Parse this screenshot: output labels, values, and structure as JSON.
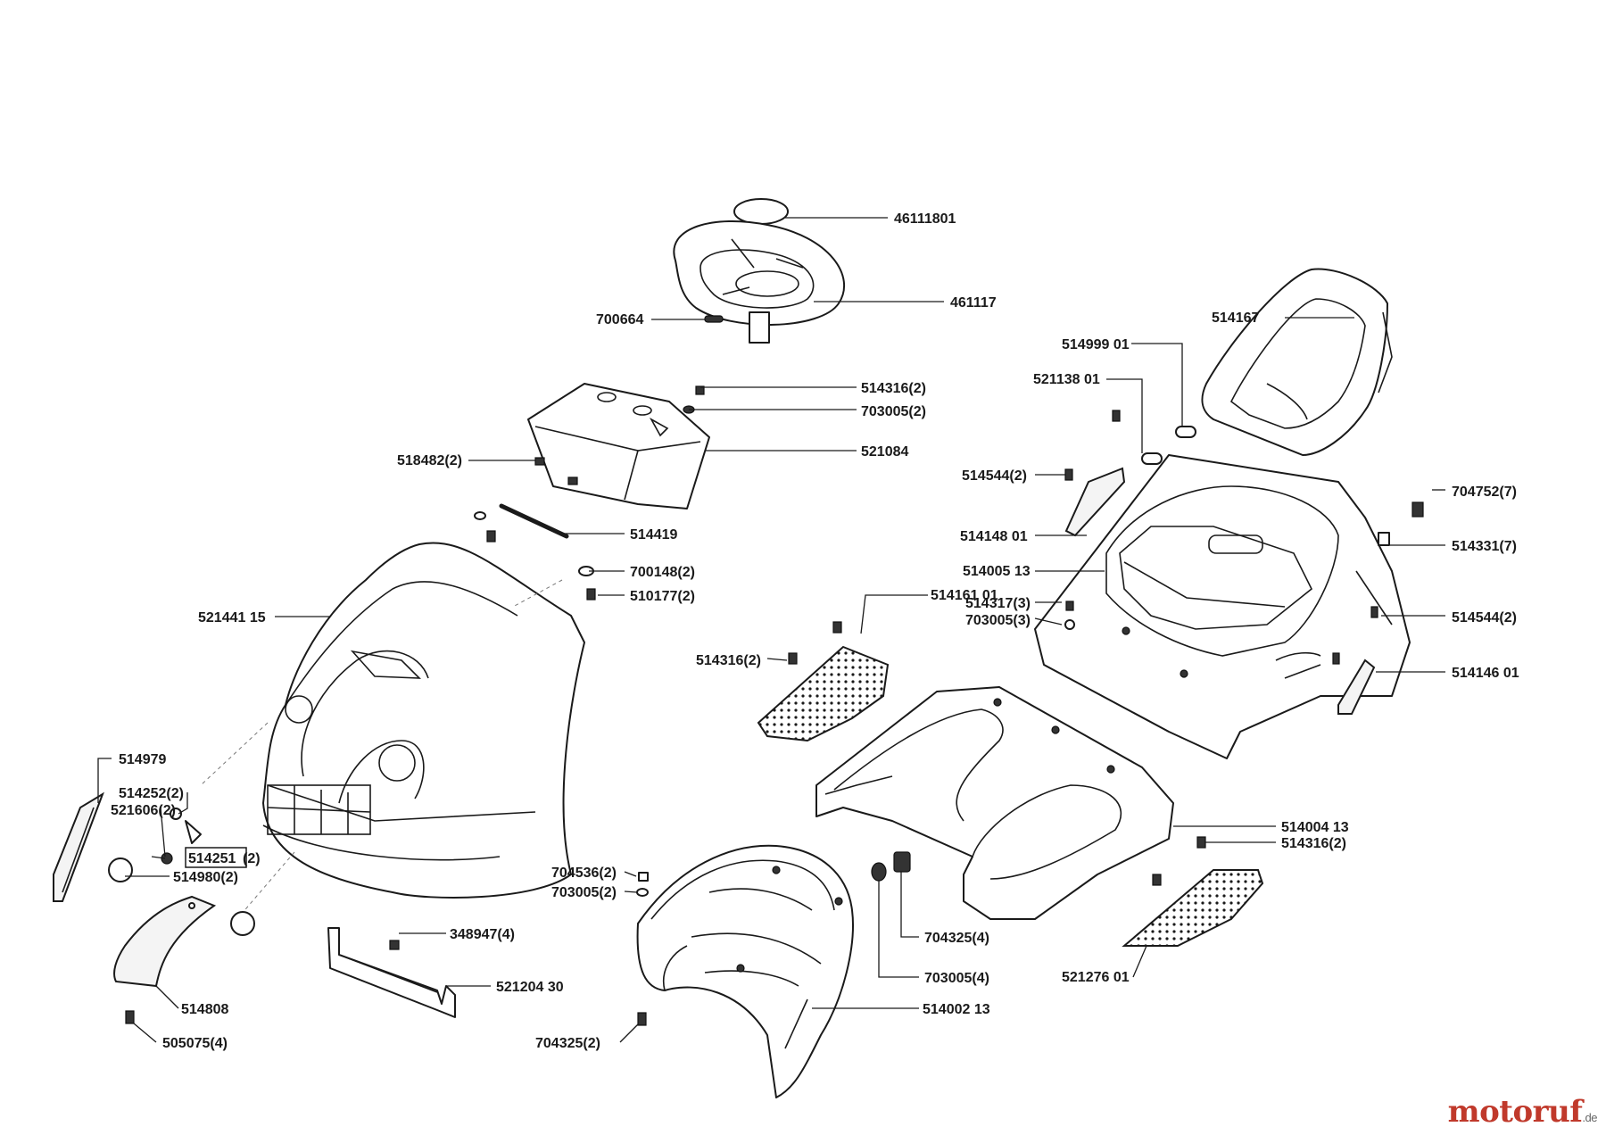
{
  "parts": {
    "p46111801": "46111801",
    "p461117": "461117",
    "p700664": "700664",
    "p514167": "514167",
    "p514999_01": "514999 01",
    "p521138_01": "521138 01",
    "p514316_2_top": "514316(2)",
    "p703005_2_top": "703005(2)",
    "p518482_2": "518482(2)",
    "p521084": "521084",
    "p514544_2_left": "514544(2)",
    "p704752_7": "704752(7)",
    "p514148_01": "514148 01",
    "p514331_7": "514331(7)",
    "p514419": "514419",
    "p514005_13": "514005 13",
    "p700148_2": "700148(2)",
    "p510177_2": "510177(2)",
    "p514161_01": "514161 01",
    "p514317_3": "514317(3)",
    "p703005_3": "703005(3)",
    "p514544_2_right": "514544(2)",
    "p521441_15": "521441 15",
    "p514316_2_mid": "514316(2)",
    "p514146_01": "514146 01",
    "p514979": "514979",
    "p514252_2": "514252(2)",
    "p521606_2": "521606(2)",
    "p514251_2_box": "514251",
    "p514251_2_suffix": "(2)",
    "p514980_2": "514980(2)",
    "p514004_13": "514004 13",
    "p514316_2_low": "514316(2)",
    "p704536_2": "704536(2)",
    "p703005_2_low": "703005(2)",
    "p348947_4": "348947(4)",
    "p704325_4": "704325(4)",
    "p703005_4": "703005(4)",
    "p521204_30": "521204 30",
    "p521276_01": "521276 01",
    "p514808": "514808",
    "p514002_13": "514002 13",
    "p505075_4": "505075(4)",
    "p704325_2": "704325(2)"
  },
  "brand": {
    "part1": "motoruf",
    "part2": ".de"
  }
}
